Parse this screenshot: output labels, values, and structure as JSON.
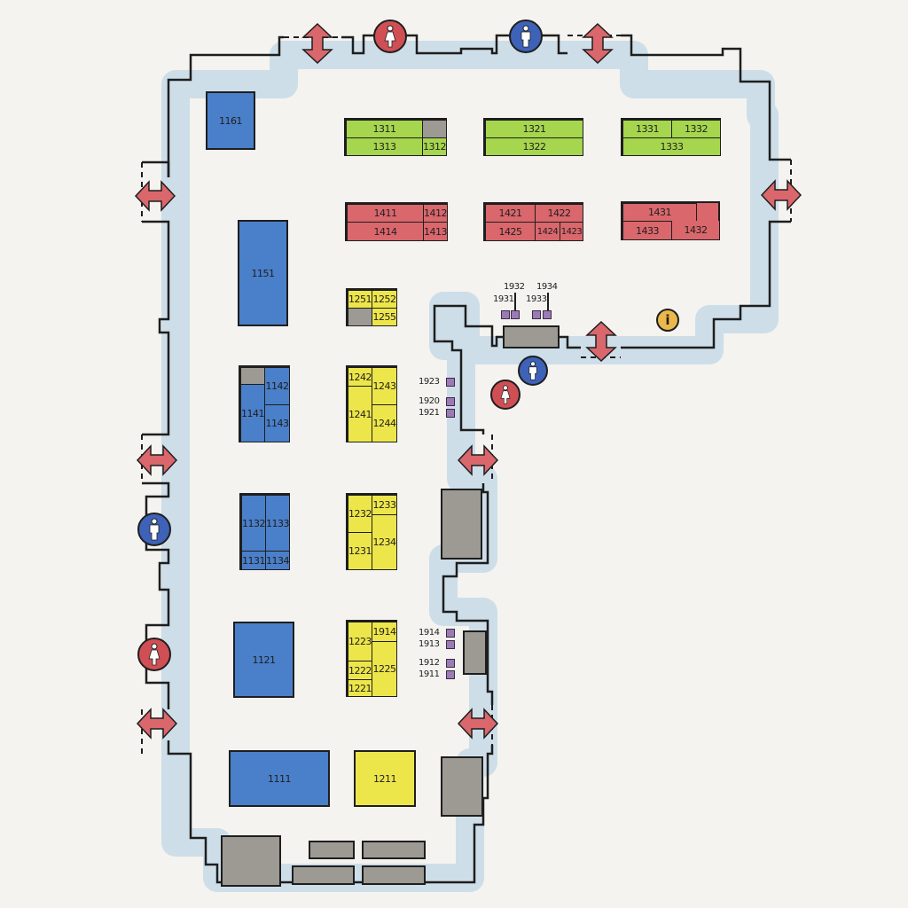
{
  "map": {
    "type": "floor-plan",
    "colors": {
      "floor": "#f4f3ef",
      "corridor": "#c9dbe8",
      "wall": "#1e1e1e",
      "blue_zone": "#4a7fc9",
      "green_zone": "#a6d64e",
      "red_zone": "#d9676c",
      "yellow_zone": "#ede64b",
      "service": "#9d9a94",
      "kiosk": "#9c7bb5",
      "exit_arrow": "#d9676c",
      "restroom_men": "#3e62b8",
      "restroom_women": "#d04f55",
      "info": "#eab84b"
    },
    "blue_booths": {
      "b1161": "1161",
      "b1151": "1151",
      "b1141": "1141",
      "b1142": "1142",
      "b1143": "1143",
      "b1132": "1132",
      "b1133": "1133",
      "b1131": "1131",
      "b1134": "1134",
      "b1121": "1121",
      "b1111": "1111"
    },
    "green_booths": {
      "b1311": "1311",
      "b1312": "1312",
      "b1313": "1313",
      "b1321": "1321",
      "b1322": "1322",
      "b1331": "1331",
      "b1332": "1332",
      "b1333": "1333"
    },
    "red_booths": {
      "b1411": "1411",
      "b1412": "1412",
      "b1413": "1413",
      "b1414": "1414",
      "b1421": "1421",
      "b1422": "1422",
      "b1423": "1423",
      "b1424": "1424",
      "b1425": "1425",
      "b1431": "1431",
      "b1432": "1432",
      "b1433": "1433"
    },
    "yellow_booths": {
      "b1251": "1251",
      "b1252": "1252",
      "b1255": "1255",
      "b1241": "1241",
      "b1242": "1242",
      "b1243": "1243",
      "b1244": "1244",
      "b1231": "1231",
      "b1232": "1232",
      "b1233": "1233",
      "b1234": "1234",
      "b1221": "1221",
      "b1222": "1222",
      "b1223": "1223",
      "b1225": "1225",
      "b1914y": "1914",
      "b1211": "1211"
    },
    "kiosks": {
      "k1923": "1923",
      "k1920": "1920",
      "k1921": "1921",
      "k1914": "1914",
      "k1913": "1913",
      "k1912": "1912",
      "k1911": "1911",
      "k1931": "1931",
      "k1932": "1932",
      "k1933": "1933",
      "k1934": "1934"
    },
    "icons": {
      "restroom_women": "woman-icon",
      "restroom_men": "man-icon",
      "exit": "double-arrow-icon",
      "info": "info-icon",
      "info_glyph": "i"
    }
  }
}
